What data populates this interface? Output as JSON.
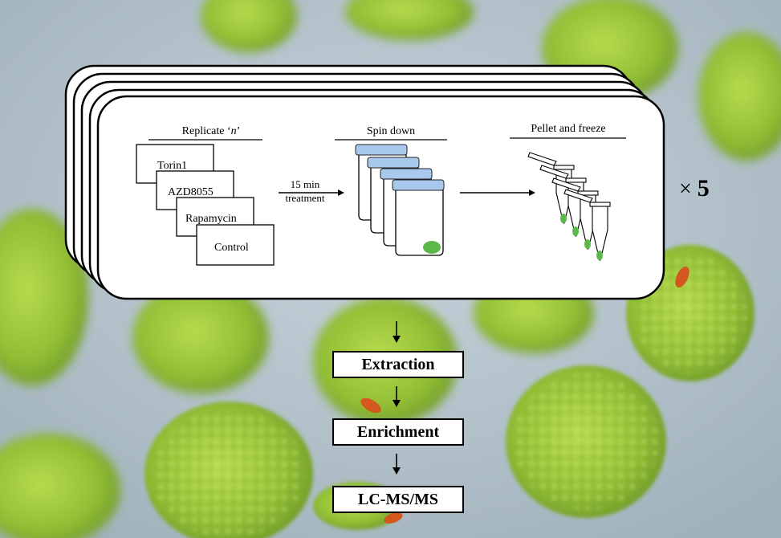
{
  "panel": {
    "replicate_header": "Replicate ‘n’",
    "replicate_prefix": "Replicate ‘",
    "replicate_var": "n",
    "replicate_suffix": "’",
    "spin_header": "Spin down",
    "pellet_header": "Pellet and freeze",
    "treatments": [
      "Torin1",
      "AZD8055",
      "Rapamycin",
      "Control"
    ],
    "treatment_line1": "15 min",
    "treatment_line2": "treatment"
  },
  "multiplier": {
    "symbol": "×",
    "count": "5"
  },
  "workflow": {
    "steps": [
      "Extraction",
      "Enrichment",
      "LC-MS/MS"
    ]
  },
  "colors": {
    "cell_green": "#9cc43a",
    "pellet_green": "#5cb84a",
    "cap_blue": "#a8c8ec",
    "background": "#b9c6cf"
  },
  "icons": [
    "centrifuge-tube-icon",
    "microtube-icon",
    "arrow-down-icon"
  ]
}
